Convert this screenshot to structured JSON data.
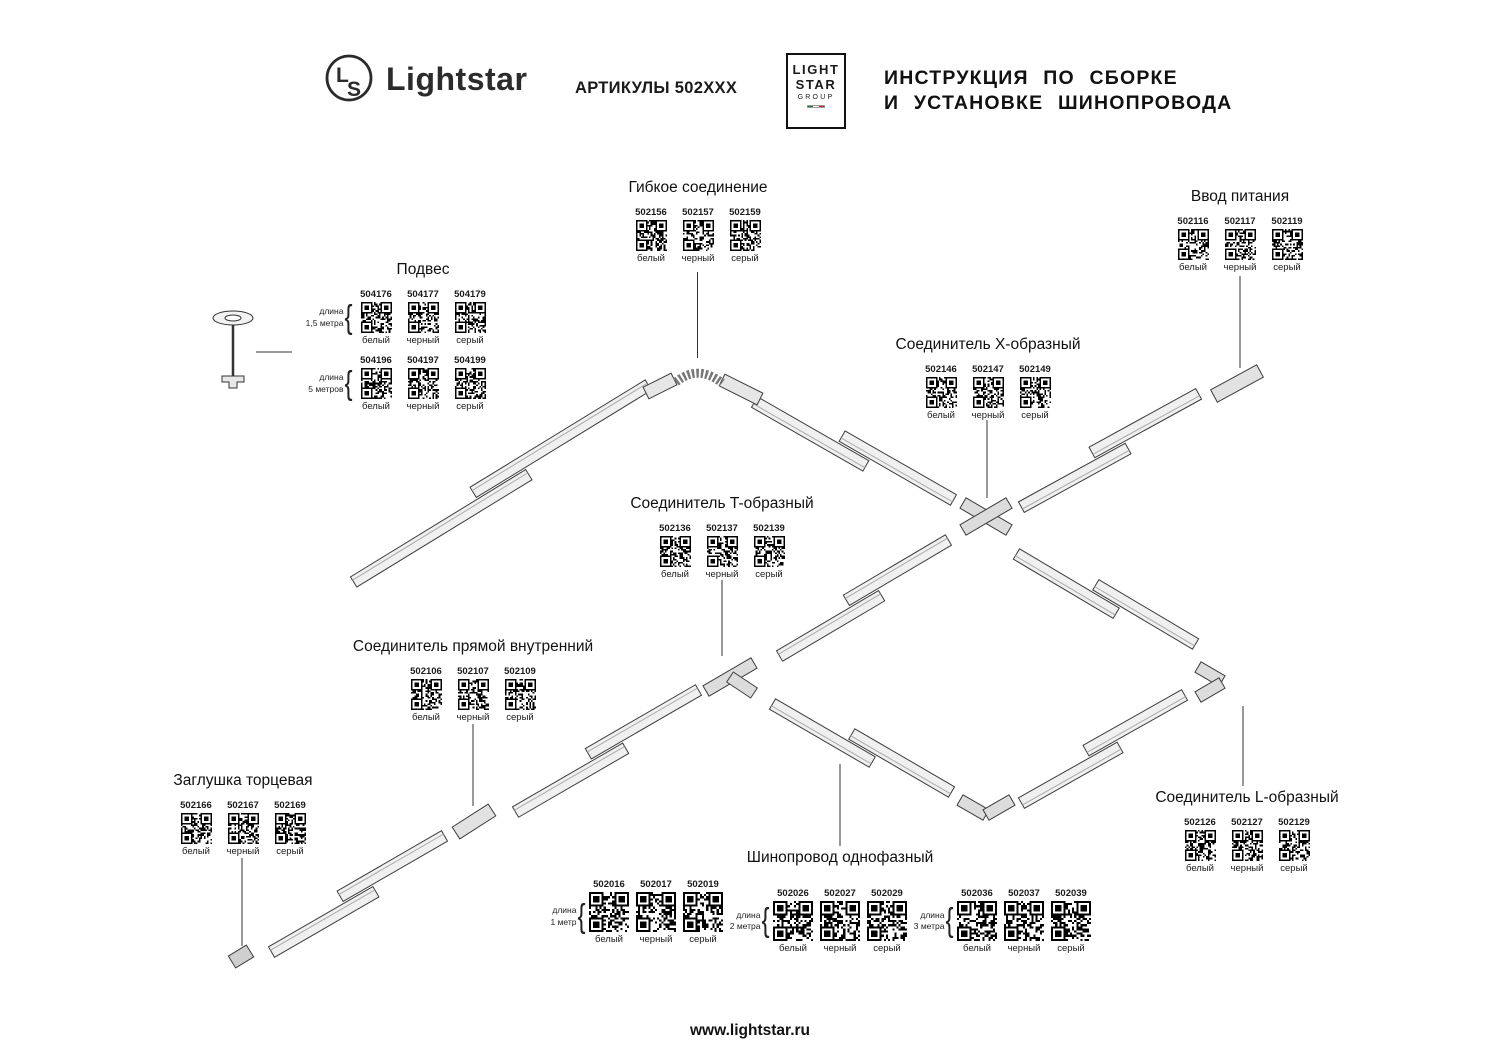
{
  "header": {
    "brand": "Lightstar",
    "articles_label": "АРТИКУЛЫ 502XXX",
    "logo_box": {
      "line1": "LIGHT",
      "line2": "STAR",
      "line3": "GROUP"
    },
    "title_line1": "ИНСТРУКЦИЯ ПО СБОРКЕ",
    "title_line2": "И УСТАНОВКЕ ШИНОПРОВОДА"
  },
  "footer": {
    "url": "www.lightstar.ru"
  },
  "groups": {
    "podves": {
      "title": "Подвес",
      "rows": [
        {
          "len_line1": "длина",
          "len_line2": "1,5 метра",
          "items": [
            {
              "code": "504176",
              "color": "белый"
            },
            {
              "code": "504177",
              "color": "черный"
            },
            {
              "code": "504179",
              "color": "серый"
            }
          ]
        },
        {
          "len_line1": "длина",
          "len_line2": "5 метров",
          "items": [
            {
              "code": "504196",
              "color": "белый"
            },
            {
              "code": "504197",
              "color": "черный"
            },
            {
              "code": "504199",
              "color": "серый"
            }
          ]
        }
      ]
    },
    "gibkoe": {
      "title": "Гибкое соединение",
      "items": [
        {
          "code": "502156",
          "color": "белый"
        },
        {
          "code": "502157",
          "color": "черный"
        },
        {
          "code": "502159",
          "color": "серый"
        }
      ]
    },
    "vvod": {
      "title": "Ввод питания",
      "items": [
        {
          "code": "502116",
          "color": "белый"
        },
        {
          "code": "502117",
          "color": "черный"
        },
        {
          "code": "502119",
          "color": "серый"
        }
      ]
    },
    "x_obraznyi": {
      "title": "Соединитель X-образный",
      "items": [
        {
          "code": "502146",
          "color": "белый"
        },
        {
          "code": "502147",
          "color": "черный"
        },
        {
          "code": "502149",
          "color": "серый"
        }
      ]
    },
    "t_obraznyi": {
      "title": "Соединитель T-образный",
      "items": [
        {
          "code": "502136",
          "color": "белый"
        },
        {
          "code": "502137",
          "color": "черный"
        },
        {
          "code": "502139",
          "color": "серый"
        }
      ]
    },
    "pryamoy": {
      "title": "Соединитель прямой внутренний",
      "items": [
        {
          "code": "502106",
          "color": "белый"
        },
        {
          "code": "502107",
          "color": "черный"
        },
        {
          "code": "502109",
          "color": "серый"
        }
      ]
    },
    "zaglushka": {
      "title": "Заглушка торцевая",
      "items": [
        {
          "code": "502166",
          "color": "белый"
        },
        {
          "code": "502167",
          "color": "черный"
        },
        {
          "code": "502169",
          "color": "серый"
        }
      ]
    },
    "l_obraznyi": {
      "title": "Соединитель L-образный",
      "items": [
        {
          "code": "502126",
          "color": "белый"
        },
        {
          "code": "502127",
          "color": "черный"
        },
        {
          "code": "502129",
          "color": "серый"
        }
      ]
    },
    "shinoprovod": {
      "title": "Шинопровод однофазный",
      "rows": [
        {
          "len_line1": "длина",
          "len_line2": "1 метр",
          "items": [
            {
              "code": "502016",
              "color": "белый"
            },
            {
              "code": "502017",
              "color": "черный"
            },
            {
              "code": "502019",
              "color": "серый"
            }
          ]
        },
        {
          "len_line1": "длина",
          "len_line2": "2 метра",
          "items": [
            {
              "code": "502026",
              "color": "белый"
            },
            {
              "code": "502027",
              "color": "черный"
            },
            {
              "code": "502029",
              "color": "серый"
            }
          ]
        },
        {
          "len_line1": "длина",
          "len_line2": "3 метра",
          "items": [
            {
              "code": "502036",
              "color": "белый"
            },
            {
              "code": "502037",
              "color": "черный"
            },
            {
              "code": "502039",
              "color": "серый"
            }
          ]
        }
      ]
    }
  }
}
